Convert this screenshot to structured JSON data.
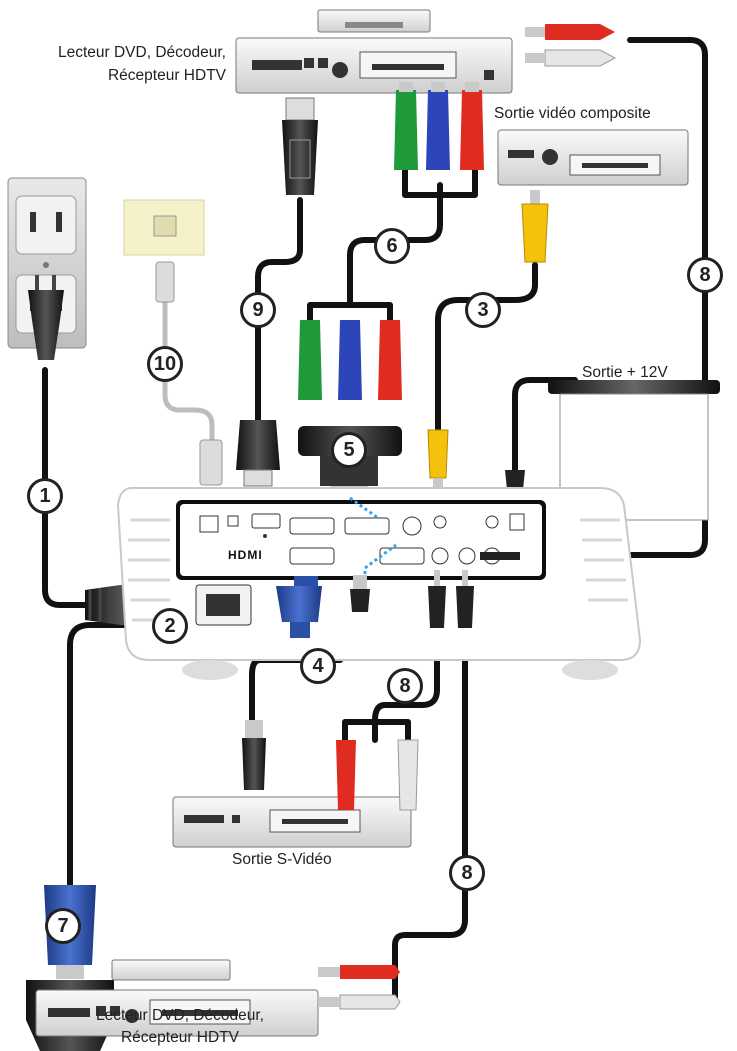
{
  "labels": {
    "dvd_top_line1": "Lecteur DVD, Décodeur,",
    "dvd_top_line2": "Récepteur HDTV",
    "composite": "Sortie vidéo composite",
    "svideo": "Sortie S-Vidéo",
    "trigger": "Sortie + 12V",
    "dvd_bottom_line1": "Lecteur DVD, Décodeur,",
    "dvd_bottom_line2": "Récepteur HDTV"
  },
  "projector_panel": {
    "hdmi_logo": "HDMI"
  },
  "cable_numbers": [
    "1",
    "2",
    "3",
    "4",
    "5",
    "6",
    "7",
    "8",
    "8",
    "8",
    "9",
    "10"
  ],
  "colors": {
    "cable": "#111111",
    "vga_blue": "#2a4fa8",
    "rca_red": "#e02b20",
    "rca_white": "#e6e6e6",
    "rca_yellow": "#f4c20d",
    "component_green": "#1f9a3a",
    "component_blue": "#2c45b8",
    "wall_plate": "#f5f1c9",
    "device_gray": "#e9e9e9",
    "highlight_blue": "#3aa0e6"
  }
}
